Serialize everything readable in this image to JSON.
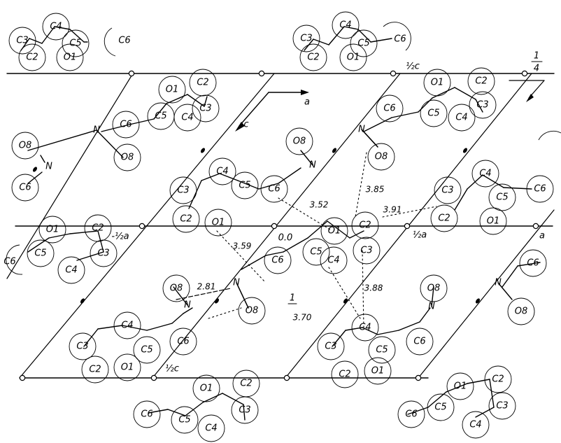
{
  "diagram": {
    "axis_labels": {
      "a_arrow": "a",
      "c_arrow": "c",
      "quarter_num": "1",
      "quarter_den": "4",
      "half_c_top": "½c",
      "half_c_bottom": "½c",
      "half_a_left": "-½a",
      "half_a_right": "½a",
      "origin": "0.0",
      "a_end": "a",
      "inversion_center": "1"
    },
    "distances": [
      "3.52",
      "3.85",
      "3.91",
      "3.59",
      "2.81",
      "3.70",
      "3.88"
    ],
    "atom_symbols": [
      "C2",
      "C3",
      "C4",
      "C5",
      "C6",
      "O1",
      "O8",
      "N"
    ]
  }
}
